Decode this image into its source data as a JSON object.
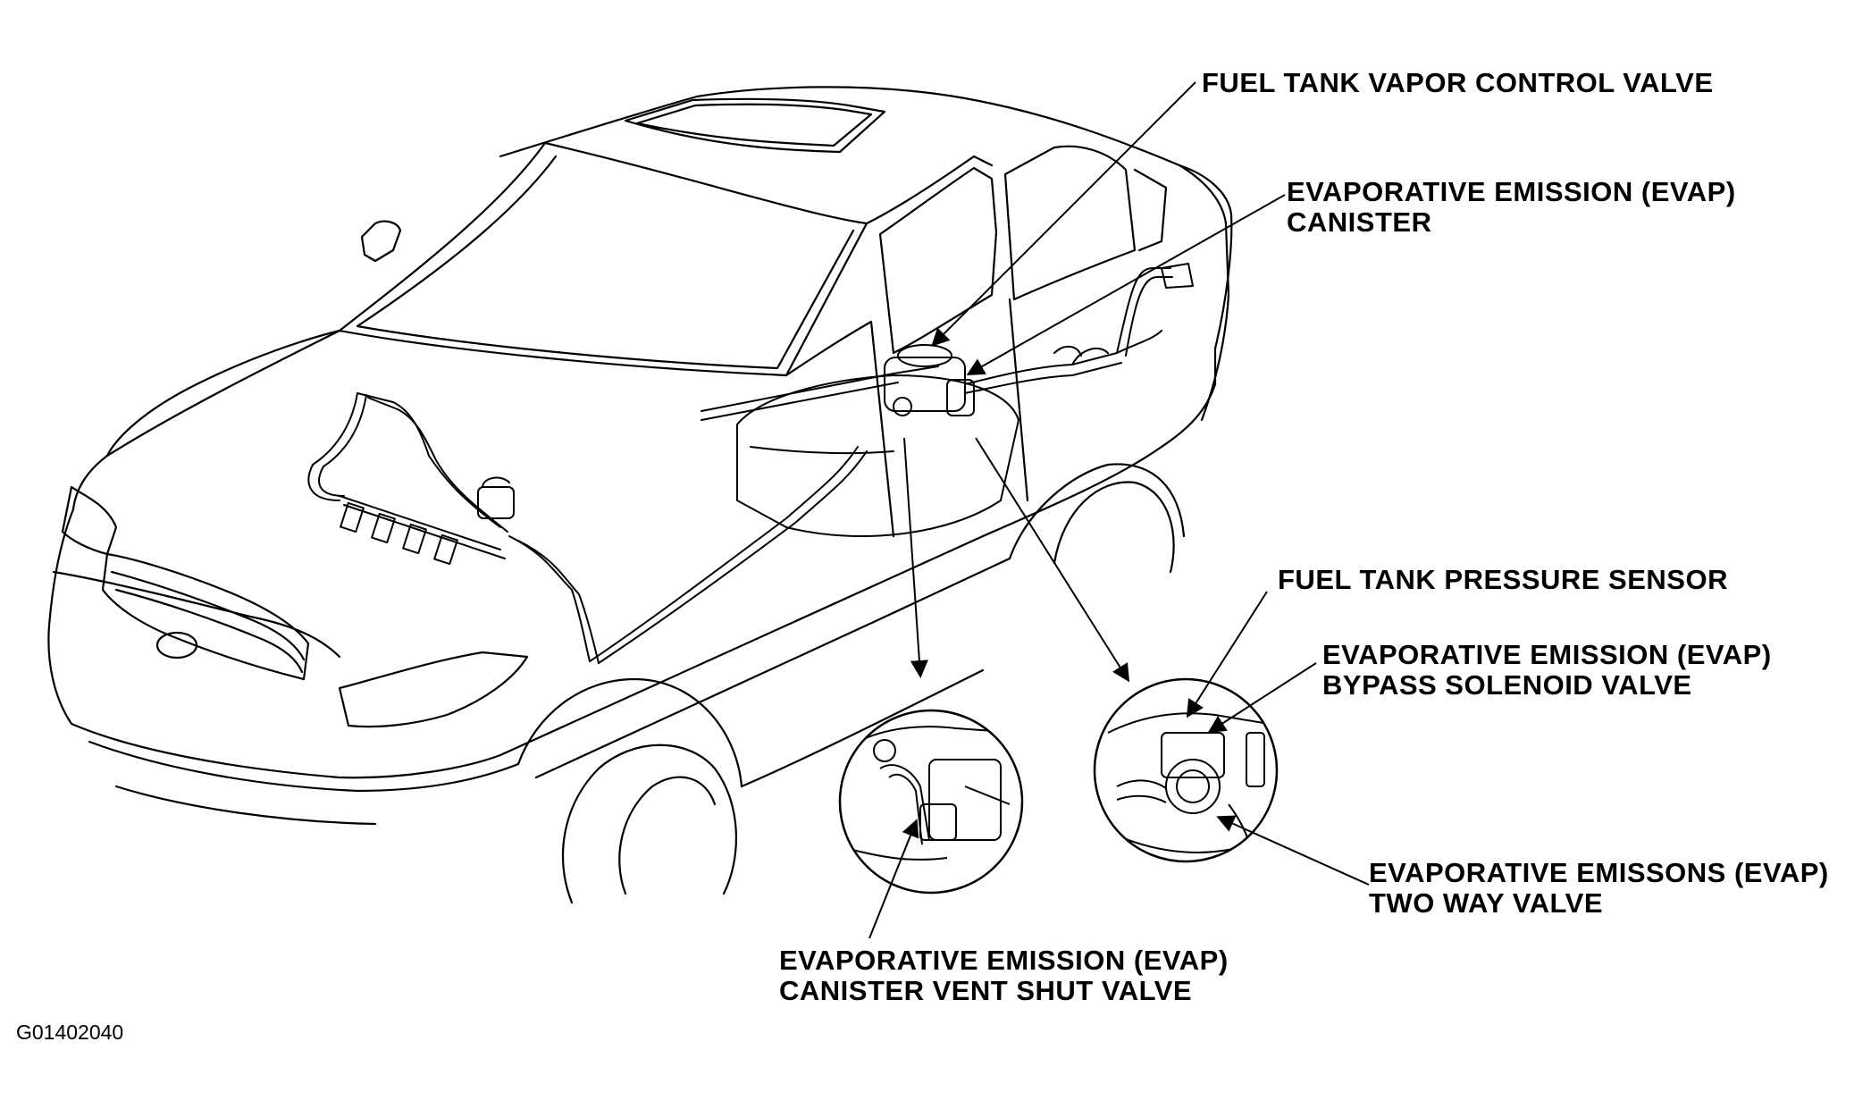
{
  "labels": {
    "fuel_tank_vapor_control_valve": "FUEL TANK VAPOR CONTROL VALVE",
    "evap_canister_line1": "EVAPORATIVE EMISSION (EVAP)",
    "evap_canister_line2": "CANISTER",
    "fuel_tank_pressure_sensor": "FUEL TANK PRESSURE SENSOR",
    "evap_bypass_line1": "EVAPORATIVE EMISSION (EVAP)",
    "evap_bypass_line2": "BYPASS SOLENOID VALVE",
    "evap_two_way_line1": "EVAPORATIVE EMISSONS (EVAP)",
    "evap_two_way_line2": "TWO WAY VALVE",
    "evap_vent_shut_line1": "EVAPORATIVE EMISSION (EVAP)",
    "evap_vent_shut_line2": "CANISTER VENT SHUT VALVE"
  },
  "figure_id": "G01402040",
  "colors": {
    "line": "#000000",
    "background": "#ffffff"
  }
}
